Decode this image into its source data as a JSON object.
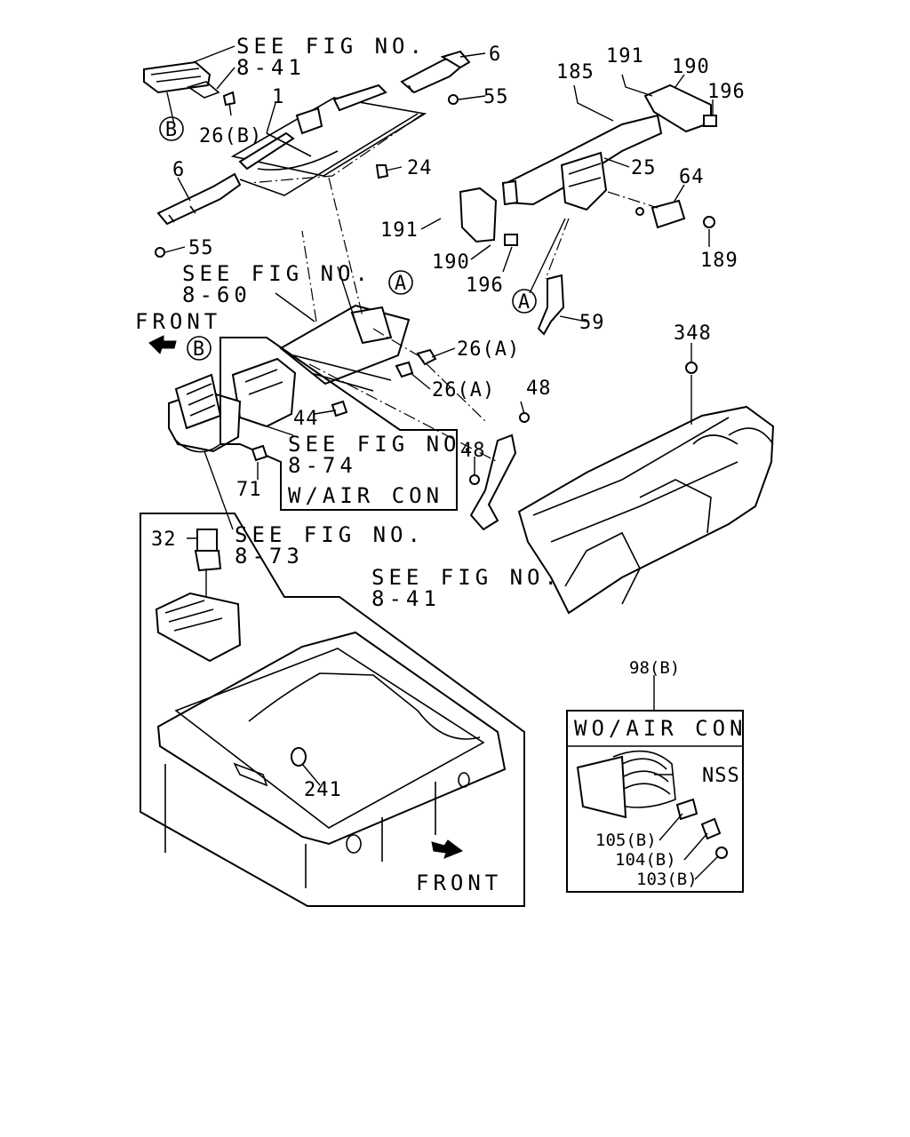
{
  "callouts": {
    "c1": "1",
    "c6a": "6",
    "c6b": "6",
    "c55a": "55",
    "c55b": "55",
    "c26b": "26(B)",
    "c24": "24",
    "c185": "185",
    "c191a": "191",
    "c190a": "190",
    "c196a": "196",
    "c25": "25",
    "c64": "64",
    "c189": "189",
    "c191b": "191",
    "c190b": "190",
    "c196b": "196",
    "c59": "59",
    "c26a1": "26(A)",
    "c26a2": "26(A)",
    "c44": "44",
    "c71": "71",
    "c48a": "48",
    "c48b": "48",
    "c348": "348",
    "c32": "32",
    "c241": "241",
    "c98b": "98(B)",
    "cnss": "NSS",
    "c105b": "105(B)",
    "c104b": "104(B)",
    "c103b": "103(B)"
  },
  "refs": {
    "see_fig_label": "SEE FIG NO.",
    "r841_top": "8-41",
    "r860": "8-60",
    "r874": "8-74",
    "r873": "8-73",
    "r841_bottom": "8-41"
  },
  "notes": {
    "w_air_con": "W/AIR CON",
    "wo_air_con": "WO/AIR CON",
    "front_top": "FRONT",
    "front_bottom": "FRONT"
  },
  "markers": {
    "a1": "A",
    "a2": "A",
    "b1": "B",
    "b2": "B"
  },
  "colors": {
    "line": "#000000",
    "background": "#ffffff"
  }
}
